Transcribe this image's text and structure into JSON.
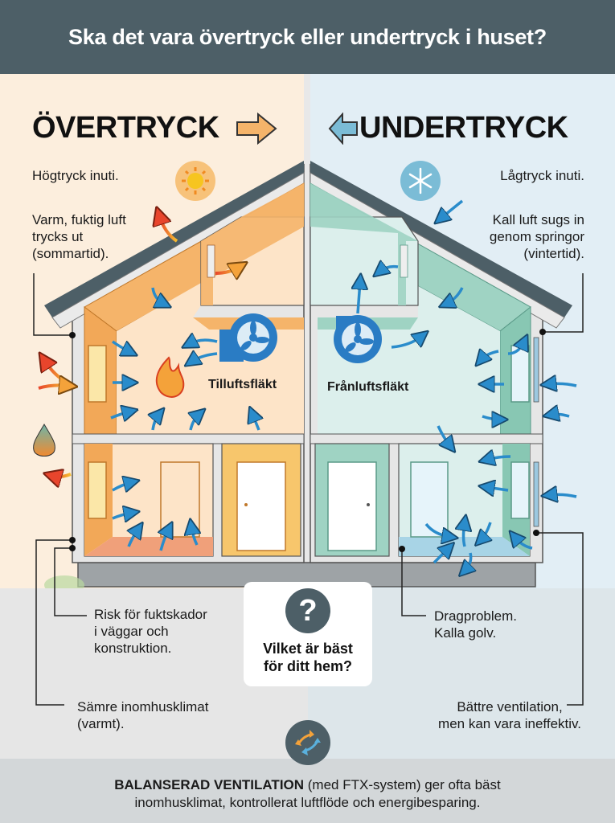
{
  "header": {
    "title": "Ska det vara övertryck eller undertryck i huset?"
  },
  "left": {
    "title": "ÖVERTRYCK",
    "title_arrow": "arrow-right",
    "subtitle": "Högtryck inuti.",
    "note_top": [
      "Varm, fuktig luft",
      "trycks ut",
      "(sommartid)."
    ],
    "fan_label": "Tilluftsfläkt",
    "note_mid": [
      "Risk för fuktskador",
      "i väggar och",
      "konstruktion."
    ],
    "note_bottom": [
      "Sämre inomhusklimat",
      "(varmt)."
    ],
    "icon": "sun-icon",
    "accent": "#f5b46a"
  },
  "right": {
    "title": "UNDERTRYCK",
    "title_arrow": "arrow-left",
    "subtitle": "Lågtryck inuti.",
    "note_top": [
      "Kall luft sugs in",
      "genom springor",
      "(vintertid)."
    ],
    "fan_label": "Frånluftsfläkt",
    "note_mid": [
      "Dragproblem.",
      "Kalla golv."
    ],
    "note_bottom": [
      "Bättre ventilation,",
      "men kan vara ineffektiv."
    ],
    "icon": "snowflake-icon",
    "accent": "#8ccdb8"
  },
  "center": {
    "question_icon": "?",
    "question": [
      "Vilket är bäst",
      "för ditt hem?"
    ]
  },
  "footer": {
    "bold": "BALANSERAD VENTILATION",
    "rest_line1": " (med FTX-system) ger ofta bäst",
    "line2": "inomhusklimat, kontrollerat luftflöde och energibesparing."
  },
  "colors": {
    "header_bg": "#4d5f67",
    "left_bg": "#fceedd",
    "right_bg": "#e2eef5",
    "warm_wall": "#f7c07a",
    "cool_wall": "#9fd3c3",
    "arrow_blue": "#2a8ccb",
    "arrow_warm": "#e8452c"
  }
}
